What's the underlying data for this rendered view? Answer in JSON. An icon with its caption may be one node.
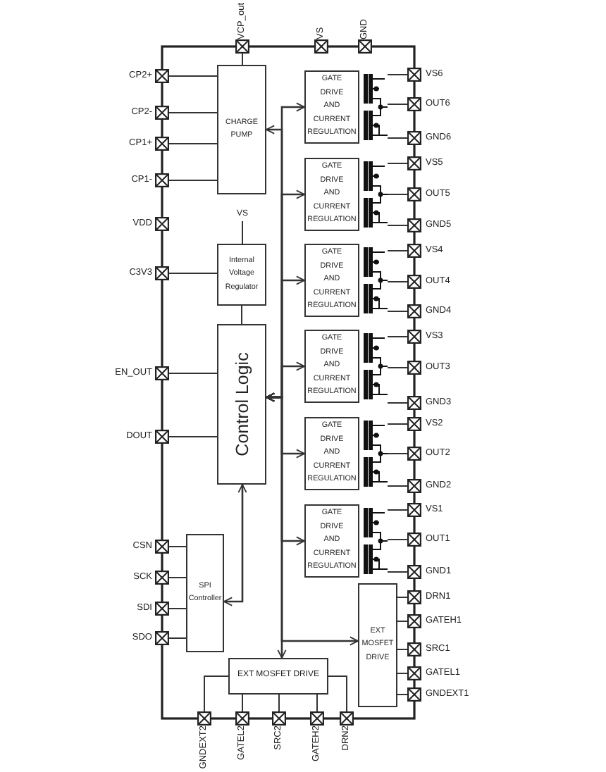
{
  "diagram": {
    "nodes": [
      {
        "text": [
          "CHARGE PUMP"
        ]
      },
      {
        "text": [
          "VS"
        ]
      },
      {
        "text": [
          "Internal Voltage Regulator"
        ]
      },
      {
        "text": [
          "Control Logic"
        ]
      },
      {
        "text": [
          "SPI Controller"
        ]
      },
      {
        "text": [
          "EXT MOSFET DRIVE"
        ]
      },
      {
        "text": [
          "GATE DRIVE AND CURRENT REGULATION"
        ]
      },
      {
        "text": [
          "GATE DRIVE AND CURRENT REGULATION"
        ]
      },
      {
        "text": [
          "GATE DRIVE AND CURRENT REGULATION"
        ]
      },
      {
        "text": [
          "GATE DRIVE AND CURRENT REGULATION"
        ]
      },
      {
        "text": [
          "GATE DRIVE AND CURRENT REGULATION"
        ]
      },
      {
        "text": [
          "GATE DRIVE AND CURRENT REGULATION"
        ]
      },
      {
        "text": [],
        "shape": "transistor"
      },
      {
        "text": [],
        "shape": "transistor"
      },
      {
        "text": [],
        "shape": "transistor"
      },
      {
        "text": [],
        "shape": "transistor"
      },
      {
        "text": [],
        "shape": "transistor"
      },
      {
        "text": [],
        "shape": "transistor"
      },
      {
        "text": [
          "EXT MOSFET DRIVE"
        ]
      },
      {
        "text": [],
        "shape": "box",
        "beside": [
          "VCP_out"
        ]
      },
      {
        "text": [],
        "shape": "box",
        "beside": [
          "VS"
        ]
      },
      {
        "text": [],
        "shape": "box",
        "beside": [
          "GND"
        ]
      },
      {
        "text": [],
        "shape": "box",
        "beside": [
          "CP2+"
        ]
      },
      {
        "text": [],
        "shape": "box",
        "beside": [
          "CP2-"
        ]
      },
      {
        "text": [],
        "shape": "box",
        "beside": [
          "CP1+"
        ]
      },
      {
        "text": [],
        "shape": "box",
        "beside": [
          "CP1-"
        ]
      },
      {
        "text": [],
        "shape": "box",
        "beside": [
          "VDD"
        ]
      },
      {
        "text": [],
        "shape": "box",
        "beside": [
          "C3V3"
        ]
      },
      {
        "text": [],
        "shape": "box",
        "beside": [
          "EN_OUT"
        ]
      },
      {
        "text": [],
        "shape": "box",
        "beside": [
          "DOUT"
        ]
      },
      {
        "text": [],
        "shape": "box",
        "beside": [
          "CSN"
        ]
      },
      {
        "text": [],
        "shape": "box",
        "beside": [
          "SCK"
        ]
      },
      {
        "text": [],
        "shape": "box",
        "beside": [
          "SDI"
        ]
      },
      {
        "text": [],
        "shape": "box",
        "beside": [
          "SDO"
        ]
      },
      {
        "text": [],
        "shape": "box",
        "beside": [
          "VS6"
        ]
      },
      {
        "text": [],
        "shape": "box",
        "beside": [
          "OUT6"
        ]
      },
      {
        "text": [],
        "shape": "box",
        "beside": [
          "GND6"
        ]
      },
      {
        "text": [],
        "shape": "box",
        "beside": [
          "VS5"
        ]
      },
      {
        "text": [],
        "shape": "box",
        "beside": [
          "OUT5"
        ]
      },
      {
        "text": [],
        "shape": "box",
        "beside": [
          "GND5"
        ]
      },
      {
        "text": [],
        "shape": "box",
        "beside": [
          "VS4"
        ]
      },
      {
        "text": [],
        "shape": "box",
        "beside": [
          "OUT4"
        ]
      },
      {
        "text": [],
        "shape": "box",
        "beside": [
          "GND4"
        ]
      },
      {
        "text": [],
        "shape": "box",
        "beside": [
          "VS3"
        ]
      },
      {
        "text": [],
        "shape": "box",
        "beside": [
          "OUT3"
        ]
      },
      {
        "text": [],
        "shape": "box",
        "beside": [
          "GND3"
        ]
      },
      {
        "text": [],
        "shape": "box",
        "beside": [
          "VS2"
        ]
      },
      {
        "text": [],
        "shape": "box",
        "beside": [
          "OUT2"
        ]
      },
      {
        "text": [],
        "shape": "box",
        "beside": [
          "GND2"
        ]
      },
      {
        "text": [],
        "shape": "box",
        "beside": [
          "VS1"
        ]
      },
      {
        "text": [],
        "shape": "box",
        "beside": [
          "OUT1"
        ]
      },
      {
        "text": [],
        "shape": "box",
        "beside": [
          "GND1"
        ]
      },
      {
        "text": [],
        "shape": "box",
        "beside": [
          "DRN1"
        ]
      },
      {
        "text": [],
        "shape": "box",
        "beside": [
          "GATEH1"
        ]
      },
      {
        "text": [],
        "shape": "box",
        "beside": [
          "SRC1"
        ]
      },
      {
        "text": [],
        "shape": "box",
        "beside": [
          "GATEL1"
        ]
      },
      {
        "text": [],
        "shape": "box",
        "beside": [
          "GNDEXT1"
        ]
      },
      {
        "text": [],
        "shape": "box",
        "beside": [
          "GNDEXT2"
        ]
      },
      {
        "text": [],
        "shape": "box",
        "beside": [
          "GATEL2"
        ]
      },
      {
        "text": [],
        "shape": "box",
        "beside": [
          "SRC2"
        ]
      },
      {
        "text": [],
        "shape": "box",
        "beside": [
          "GATEH2"
        ]
      },
      {
        "text": [],
        "shape": "box",
        "beside": [
          "DRN2"
        ]
      }
    ],
    "edges": [
      {
        "from": 19,
        "to": 0,
        "arrow": "none"
      },
      {
        "from": 22,
        "to": 0,
        "arrow": "none"
      },
      {
        "from": 23,
        "to": 0,
        "arrow": "none"
      },
      {
        "from": 24,
        "to": 0,
        "arrow": "none"
      },
      {
        "from": 25,
        "to": 0,
        "arrow": "none"
      },
      {
        "from": 1,
        "to": 2,
        "arrow": "none"
      },
      {
        "from": 27,
        "to": 2,
        "arrow": "none"
      },
      {
        "from": 2,
        "to": 3,
        "arrow": "none"
      },
      {
        "from": 28,
        "to": 3,
        "arrow": "none"
      },
      {
        "from": 29,
        "to": 3,
        "arrow": "none"
      },
      {
        "from": 30,
        "to": 4,
        "arrow": "none"
      },
      {
        "from": 31,
        "to": 4,
        "arrow": "none"
      },
      {
        "from": 32,
        "to": 4,
        "arrow": "none"
      },
      {
        "from": 33,
        "to": 4,
        "arrow": "none"
      },
      {
        "from": 3,
        "to": 4,
        "arrow": "both"
      },
      {
        "from": 3,
        "to": 0,
        "arrow": "both"
      },
      {
        "from": 3,
        "to": 6,
        "arrow": "both"
      },
      {
        "from": 3,
        "to": 7,
        "arrow": "both"
      },
      {
        "from": 3,
        "to": 8,
        "arrow": "both"
      },
      {
        "from": 3,
        "to": 9,
        "arrow": "both"
      },
      {
        "from": 3,
        "to": 10,
        "arrow": "both"
      },
      {
        "from": 3,
        "to": 11,
        "arrow": "both"
      },
      {
        "from": 3,
        "to": 5,
        "arrow": "both"
      },
      {
        "from": 3,
        "to": 18,
        "arrow": "both"
      },
      {
        "from": 12,
        "to": 34,
        "arrow": "none"
      },
      {
        "from": 12,
        "to": 35,
        "arrow": "none"
      },
      {
        "from": 12,
        "to": 36,
        "arrow": "none"
      },
      {
        "from": 13,
        "to": 37,
        "arrow": "none"
      },
      {
        "from": 13,
        "to": 38,
        "arrow": "none"
      },
      {
        "from": 13,
        "to": 39,
        "arrow": "none"
      },
      {
        "from": 14,
        "to": 40,
        "arrow": "none"
      },
      {
        "from": 14,
        "to": 41,
        "arrow": "none"
      },
      {
        "from": 14,
        "to": 42,
        "arrow": "none"
      },
      {
        "from": 15,
        "to": 43,
        "arrow": "none"
      },
      {
        "from": 15,
        "to": 44,
        "arrow": "none"
      },
      {
        "from": 15,
        "to": 45,
        "arrow": "none"
      },
      {
        "from": 16,
        "to": 46,
        "arrow": "none"
      },
      {
        "from": 16,
        "to": 47,
        "arrow": "none"
      },
      {
        "from": 16,
        "to": 48,
        "arrow": "none"
      },
      {
        "from": 17,
        "to": 49,
        "arrow": "none"
      },
      {
        "from": 17,
        "to": 50,
        "arrow": "none"
      },
      {
        "from": 17,
        "to": 51,
        "arrow": "none"
      },
      {
        "from": 18,
        "to": 52,
        "arrow": "none"
      },
      {
        "from": 18,
        "to": 53,
        "arrow": "none"
      },
      {
        "from": 18,
        "to": 54,
        "arrow": "none"
      },
      {
        "from": 18,
        "to": 55,
        "arrow": "none"
      },
      {
        "from": 18,
        "to": 56,
        "arrow": "none"
      },
      {
        "from": 5,
        "to": 57,
        "arrow": "none"
      },
      {
        "from": 5,
        "to": 58,
        "arrow": "none"
      },
      {
        "from": 5,
        "to": 59,
        "arrow": "none"
      },
      {
        "from": 5,
        "to": 60,
        "arrow": "none"
      },
      {
        "from": 5,
        "to": 61,
        "arrow": "none"
      }
    ]
  }
}
